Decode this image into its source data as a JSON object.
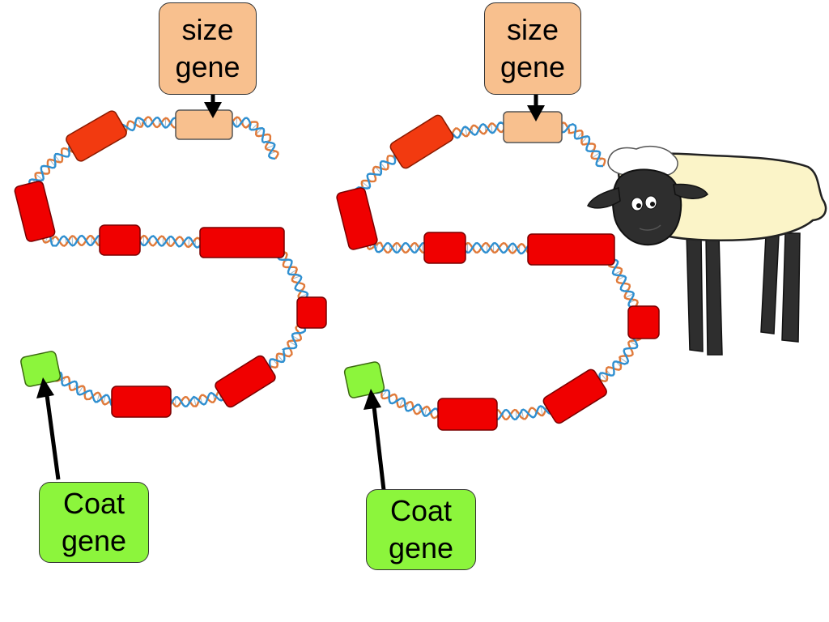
{
  "colors": {
    "size_gene": "#f8c08e",
    "coat_gene": "#8cf53c",
    "gene_block": "#f00000",
    "gene_block_top": "#f23a10",
    "dna_strand_a": "#e07a3a",
    "dna_strand_b": "#2f8fd0",
    "arrow": "#000000",
    "sheep_wool": "#fbf4c8",
    "sheep_face": "#2e2e2e"
  },
  "labels": {
    "size_gene_left": {
      "line1": "size",
      "line2": "gene"
    },
    "size_gene_right": {
      "line1": "size",
      "line2": "gene"
    },
    "coat_gene_left": {
      "line1": "Coat",
      "line2": "gene"
    },
    "coat_gene_right": {
      "line1": "Coat",
      "line2": "gene"
    }
  },
  "icons": {
    "dna": "double-helix",
    "sheep": "cartoon-sheep"
  }
}
